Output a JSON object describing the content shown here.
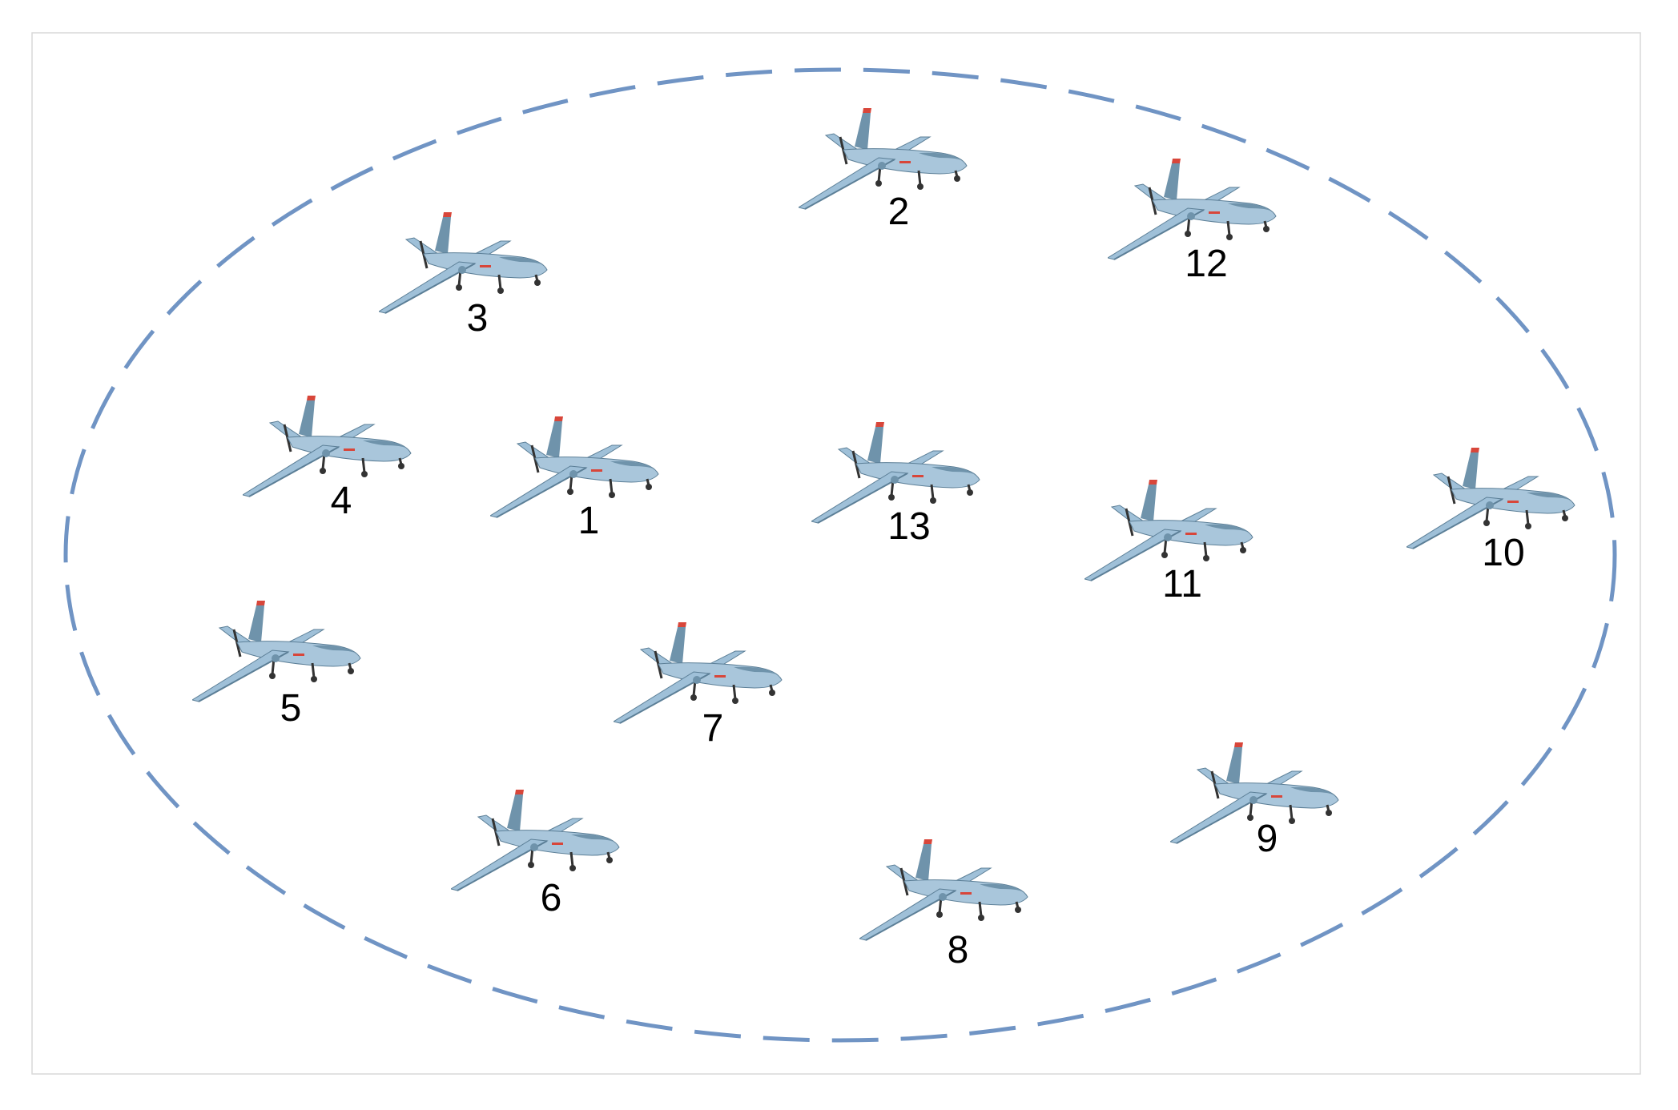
{
  "colors": {
    "boundary": "#7094c4",
    "frame": "#d9d9d9",
    "uav_body": "#a9c6db",
    "uav_body_dark": "#6f93ab",
    "uav_wing": "#9fc0d8",
    "uav_wing_edge": "#5c7f97",
    "uav_tail_tip": "#d8463a",
    "uav_gear": "#333333",
    "label": "#000000"
  },
  "uav_icon": "uav-drone-icon",
  "uavs": [
    {
      "id": "1"
    },
    {
      "id": "2"
    },
    {
      "id": "3"
    },
    {
      "id": "4"
    },
    {
      "id": "5"
    },
    {
      "id": "6"
    },
    {
      "id": "7"
    },
    {
      "id": "8"
    },
    {
      "id": "9"
    },
    {
      "id": "10"
    },
    {
      "id": "11"
    },
    {
      "id": "12"
    },
    {
      "id": "13"
    }
  ]
}
